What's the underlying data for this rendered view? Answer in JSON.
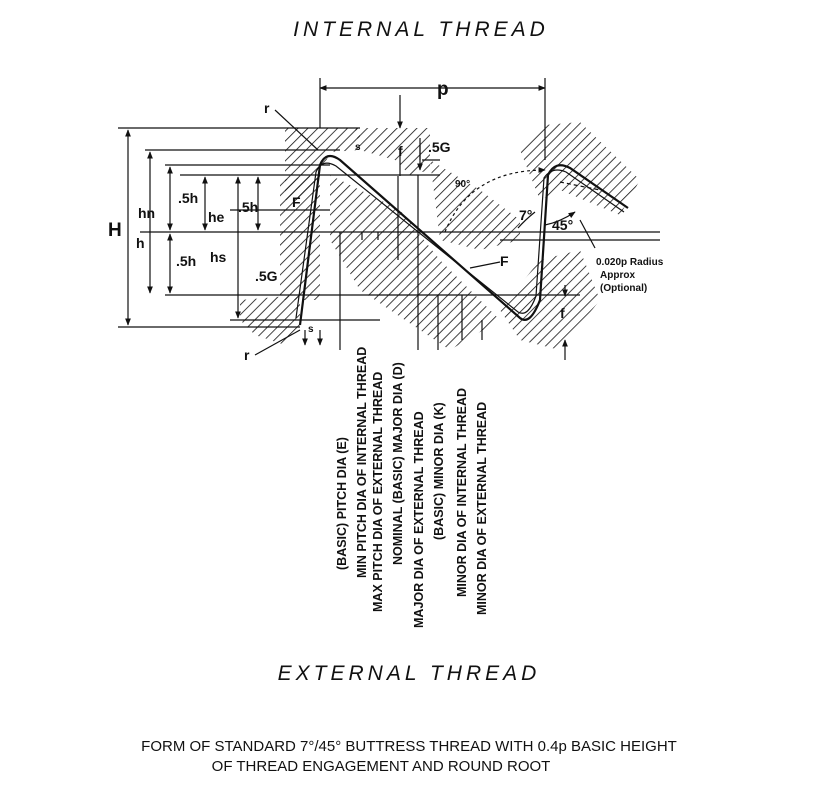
{
  "titles": {
    "internal": "INTERNAL THREAD",
    "external": "EXTERNAL THREAD"
  },
  "caption": {
    "line1": "FORM OF STANDARD 7°/45° BUTTRESS THREAD WITH 0.4p BASIC HEIGHT",
    "line2": "OF THREAD ENGAGEMENT AND ROUND ROOT"
  },
  "labels": {
    "p": "p",
    "H": "H",
    "hn": "hn",
    "h": "h",
    "five_h_a": ".5h",
    "five_h_b": ".5h",
    "five_h_c": ".5h",
    "he": "he",
    "hs": "hs",
    "F_left": "F",
    "F_right": "F",
    "s_top": "s",
    "s_bottom": "s",
    "f_top": "f",
    "f_bottom": "f",
    "five_g_top": ".5G",
    "five_g_left": ".5G",
    "r_top": "r",
    "r_bottom": "r",
    "ninety": "90°",
    "seven": "7°",
    "fortyfive": "45°",
    "radius1": "0.020p Radius",
    "radius2": "Approx",
    "radius3": "(Optional)"
  },
  "dia_labels": [
    "(BASIC) PITCH DIA (E)",
    "MIN PITCH DIA OF INTERNAL THREAD",
    "MAX PITCH DIA OF EXTERNAL THREAD",
    "NOMINAL (BASIC) MAJOR DIA (D)",
    "MAJOR DIA OF EXTERNAL THREAD",
    "(BASIC) MINOR DIA (K)",
    "MINOR DIA OF INTERNAL THREAD",
    "MINOR DIA OF EXTERNAL THREAD"
  ]
}
